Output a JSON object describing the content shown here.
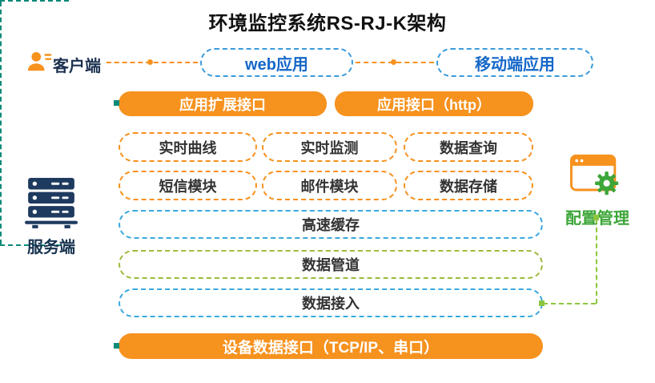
{
  "title": "环境监控系统RS-RJ-K架构",
  "client": {
    "label": "客户端",
    "web_app_label": "web应用",
    "mobile_app_label": "移动端应用"
  },
  "interfaces": {
    "extension_label": "应用扩展接口",
    "http_label": "应用接口（http）",
    "device_label": "设备数据接口（TCP/IP、串口）"
  },
  "modules": [
    "实时曲线",
    "实时监测",
    "数据查询",
    "短信模块",
    "邮件模块",
    "数据存储"
  ],
  "layers": {
    "cache_label": "高速缓存",
    "pipeline_label": "数据管道",
    "access_label": "数据接入"
  },
  "server_label": "服务端",
  "config_label": "配置管理",
  "colors": {
    "orange": "#F6921E",
    "blue_text": "#1467C8",
    "blue_dashed_border": "#3AA8DF",
    "olive_dashed_border": "#9CBB3C",
    "teal_connector": "#0E8A78",
    "green_connector": "#8CC63E",
    "green_text": "#3DA639",
    "navy": "#16324F"
  }
}
